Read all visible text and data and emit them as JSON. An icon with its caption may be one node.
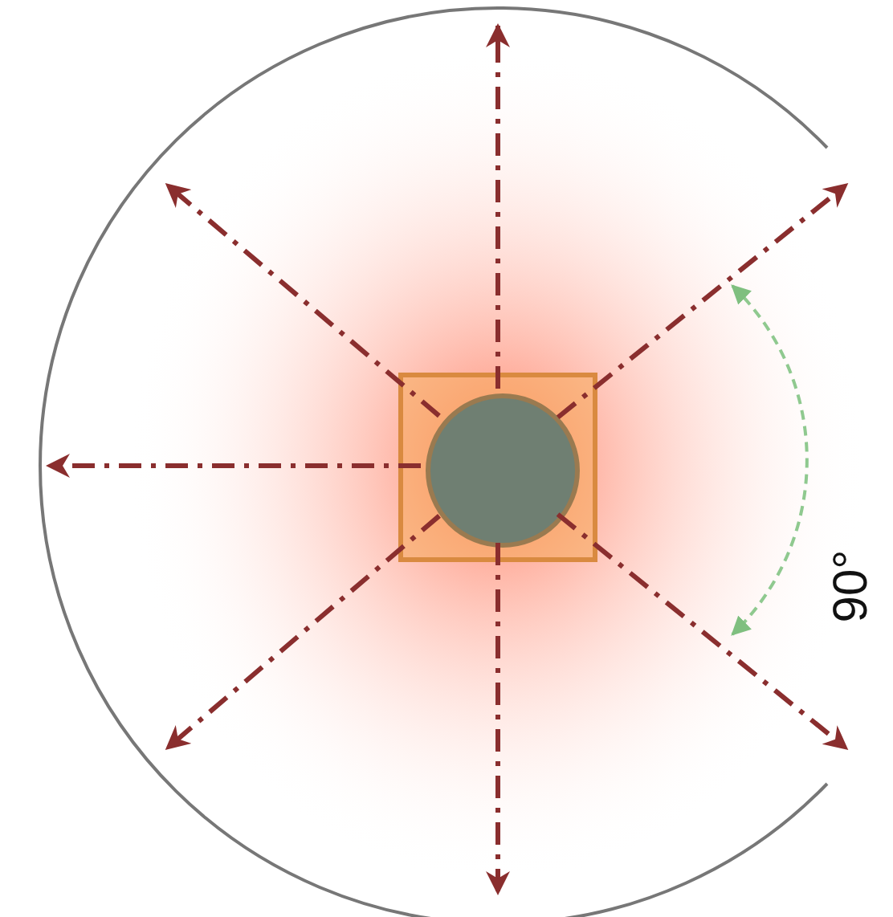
{
  "diagram": {
    "nodes": [
      {
        "text": [],
        "shape": "box"
      },
      {
        "text": [],
        "shape": "circle",
        "in": 0
      }
    ],
    "edges": [
      {
        "from": 1,
        "to": null,
        "arrow": "to",
        "style": "dashed"
      },
      {
        "from": 1,
        "to": null,
        "arrow": "to",
        "style": "dashed"
      },
      {
        "from": 1,
        "to": null,
        "arrow": "to",
        "style": "dashed"
      },
      {
        "from": 1,
        "to": null,
        "arrow": "to",
        "style": "dashed"
      },
      {
        "from": 1,
        "to": null,
        "arrow": "to",
        "style": "dashed"
      },
      {
        "from": 1,
        "to": null,
        "arrow": "to",
        "style": "dashed"
      },
      {
        "from": 1,
        "to": null,
        "arrow": "to",
        "style": "dashed"
      }
    ],
    "labels": [
      "90°"
    ]
  }
}
